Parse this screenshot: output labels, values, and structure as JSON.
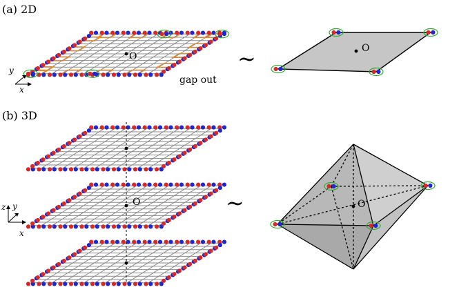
{
  "panels": {
    "a": {
      "label": "(a) 2D",
      "annotation": "gap out",
      "origin": "O",
      "tilde": "∼"
    },
    "b": {
      "label": "(b) 3D",
      "origin": "O",
      "tilde": "∼"
    }
  },
  "axes": {
    "x": "x",
    "y": "y",
    "z": "z"
  },
  "colors": {
    "red": "#d42a2a",
    "blue": "#1f28c8",
    "green": "#33aa33",
    "orange": "#f08a1c",
    "grid": "#8a8a8a",
    "fill": "#c6c6c6",
    "edge": "#000000"
  }
}
